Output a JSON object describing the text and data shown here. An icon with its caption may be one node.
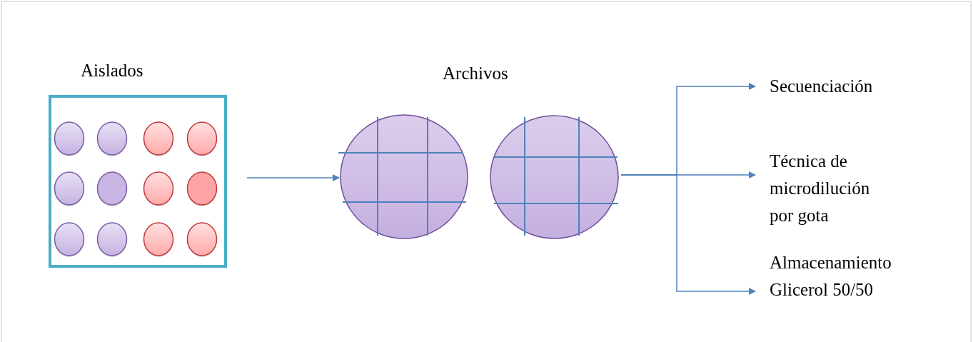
{
  "diagram": {
    "nodes": [
      {
        "text": [
          "Aislados"
        ]
      },
      {
        "text": [],
        "shape": "circle",
        "in": 0
      },
      {
        "text": [],
        "shape": "circle",
        "in": 0
      },
      {
        "text": [],
        "shape": "circle",
        "in": 0
      },
      {
        "text": [],
        "shape": "circle",
        "in": 0
      },
      {
        "text": [],
        "shape": "circle",
        "in": 0
      },
      {
        "text": [],
        "shape": "circle",
        "in": 0
      },
      {
        "text": [],
        "shape": "circle",
        "in": 0
      },
      {
        "text": [],
        "shape": "circle",
        "in": 0
      },
      {
        "text": [],
        "shape": "circle",
        "in": 0
      },
      {
        "text": [],
        "shape": "circle",
        "in": 0
      },
      {
        "text": [],
        "shape": "circle",
        "in": 0
      },
      {
        "text": [],
        "shape": "circle",
        "in": 0
      },
      {
        "text": [],
        "shape": "circle"
      },
      {
        "text": [],
        "shape": "circle"
      },
      {
        "text": [
          "Secuenciación"
        ]
      },
      {
        "text": [
          "Técnica de microdilución por gota"
        ]
      },
      {
        "text": [
          "Almacenamiento Glicerol 50/50"
        ]
      }
    ],
    "edges": [
      {
        "from": 0,
        "to": 13,
        "arrow": "to"
      },
      {
        "from": 14,
        "to": 15,
        "arrow": "to"
      },
      {
        "from": 14,
        "to": 16,
        "arrow": "to"
      },
      {
        "from": 14,
        "to": 17,
        "arrow": "to"
      }
    ],
    "labels": [
      "Archivos"
    ]
  }
}
